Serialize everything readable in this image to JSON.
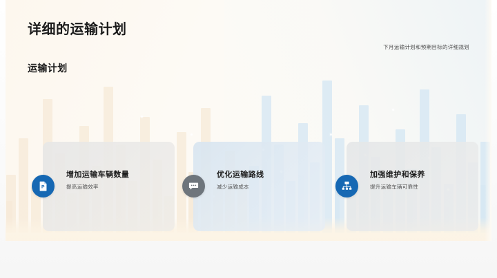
{
  "slide": {
    "page_title": "详细的运输计划",
    "section_title": "运输计划",
    "right_subtitle": "下月运输计划和预期目标的详细规划",
    "colors": {
      "canvas": "#fdfaf4",
      "accent_blue": "#1668b3",
      "accent_gray": "#6e757c",
      "title_text": "#1b1b1b",
      "body_text": "#555555",
      "card_gray": "#e8e7e5",
      "card_blue": "#d8e5f0"
    }
  },
  "cards": [
    {
      "title": "增加运输车辆数量",
      "subtitle": "提高运输效率",
      "icon": "presentation-file-icon",
      "icon_style": "blue"
    },
    {
      "title": "优化运输路线",
      "subtitle": "减少运输成本",
      "icon": "speech-bubble-dots-icon",
      "icon_style": "gray"
    },
    {
      "title": "加强维护和保养",
      "subtitle": "提升运输车辆可靠性",
      "icon": "org-chart-icon",
      "icon_style": "blue"
    }
  ],
  "chart_data": {
    "type": "bar",
    "title": "",
    "xlabel": "",
    "ylabel": "",
    "grid": false,
    "legend": "none",
    "note": "decorative background skyline bar pattern",
    "series": [
      {
        "name": "warm-bars",
        "color": "#f6e6d2",
        "values": [
          38,
          62,
          30,
          88,
          52,
          26,
          70,
          44,
          96,
          58,
          34,
          76,
          48,
          24,
          66,
          40,
          82,
          30,
          54,
          36
        ]
      },
      {
        "name": "cool-bars",
        "color": "#cfe4f3",
        "values": [
          44,
          90,
          58,
          34,
          72,
          46,
          100,
          62,
          38,
          84,
          50,
          28,
          68,
          42,
          94,
          56,
          32,
          78,
          46,
          60
        ]
      }
    ]
  }
}
